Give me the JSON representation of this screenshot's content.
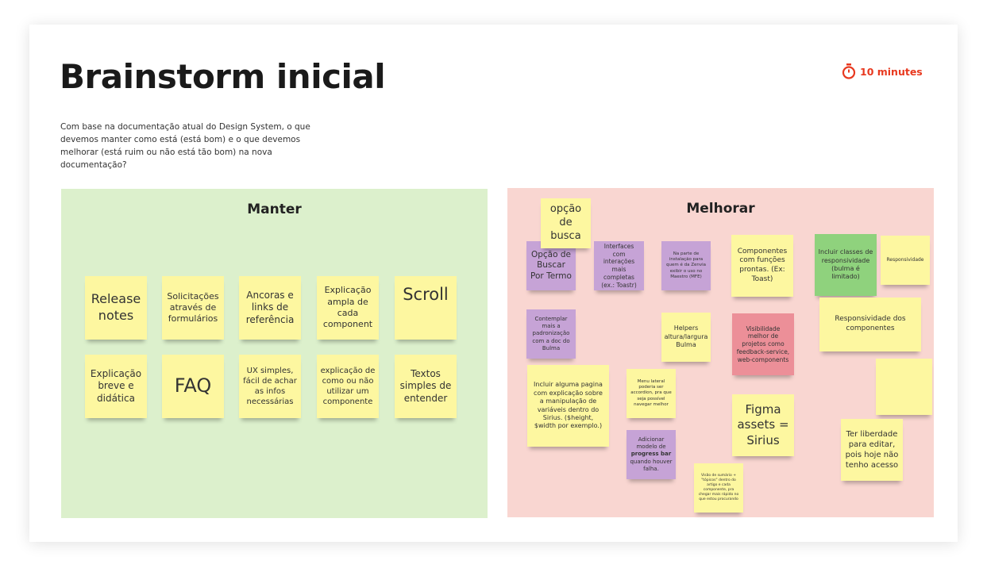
{
  "title": "Brainstorm inicial",
  "description": "Com base na documentação atual do Design System, o que devemos manter como está (está bom) e o que devemos melhorar (está ruim ou não está tão bom) na nova documentação?",
  "timer": {
    "icon": "stopwatch-icon",
    "label": "10 minutes",
    "color": "#e8391f"
  },
  "manter": {
    "title": "Manter",
    "color": "#dcf0cc",
    "notes": [
      "Release notes",
      "Solicitações através de formulários",
      "Ancoras e links de referência",
      "Explicação ampla de cada component",
      "Scroll",
      "Explicação breve e didática",
      "FAQ",
      "UX simples, fácil de achar as infos necessárias",
      "explicação de como ou não utilizar um componente",
      "Textos simples de entender"
    ]
  },
  "melhorar": {
    "title": "Melhorar",
    "color": "#f9d6d1",
    "notes": [
      "opção de busca",
      "Opção de Buscar Por Termo",
      "Interfaces com interações mais completas (ex.: Toastr)",
      "Na parte de instalação para quem é da Zenvia exibir o uso no Maestro (MFE)",
      "Componentes com funções prontas. (Ex: Toast)",
      "Incluir classes de responsividade (bulma é limitado)",
      "Responsividade",
      "Responsividade dos componentes",
      "Contemplar mais a padronização com a doc do Bulma",
      "Helpers altura/largura Bulma",
      "Visibilidade melhor de projetos como feedback-service, web-components",
      "Incluir alguma pagina com explicação sobre a manipulação de variáveis dentro do Sirius. ($height, $width por exemplo.)",
      "Menu lateral poderia ser accordion, pra que seja possível navegar melhor",
      "Adicionar modelo de",
      "progress bar",
      "quando houver falha.",
      "Figma assets = Sirius",
      "",
      "Ter liberdade para editar, pois hoje não tenho acesso",
      "Visão de sumário + \"tópicos\" dentro do artigo e cada componente, pra chegar mais rápido no que estou procurando"
    ]
  }
}
